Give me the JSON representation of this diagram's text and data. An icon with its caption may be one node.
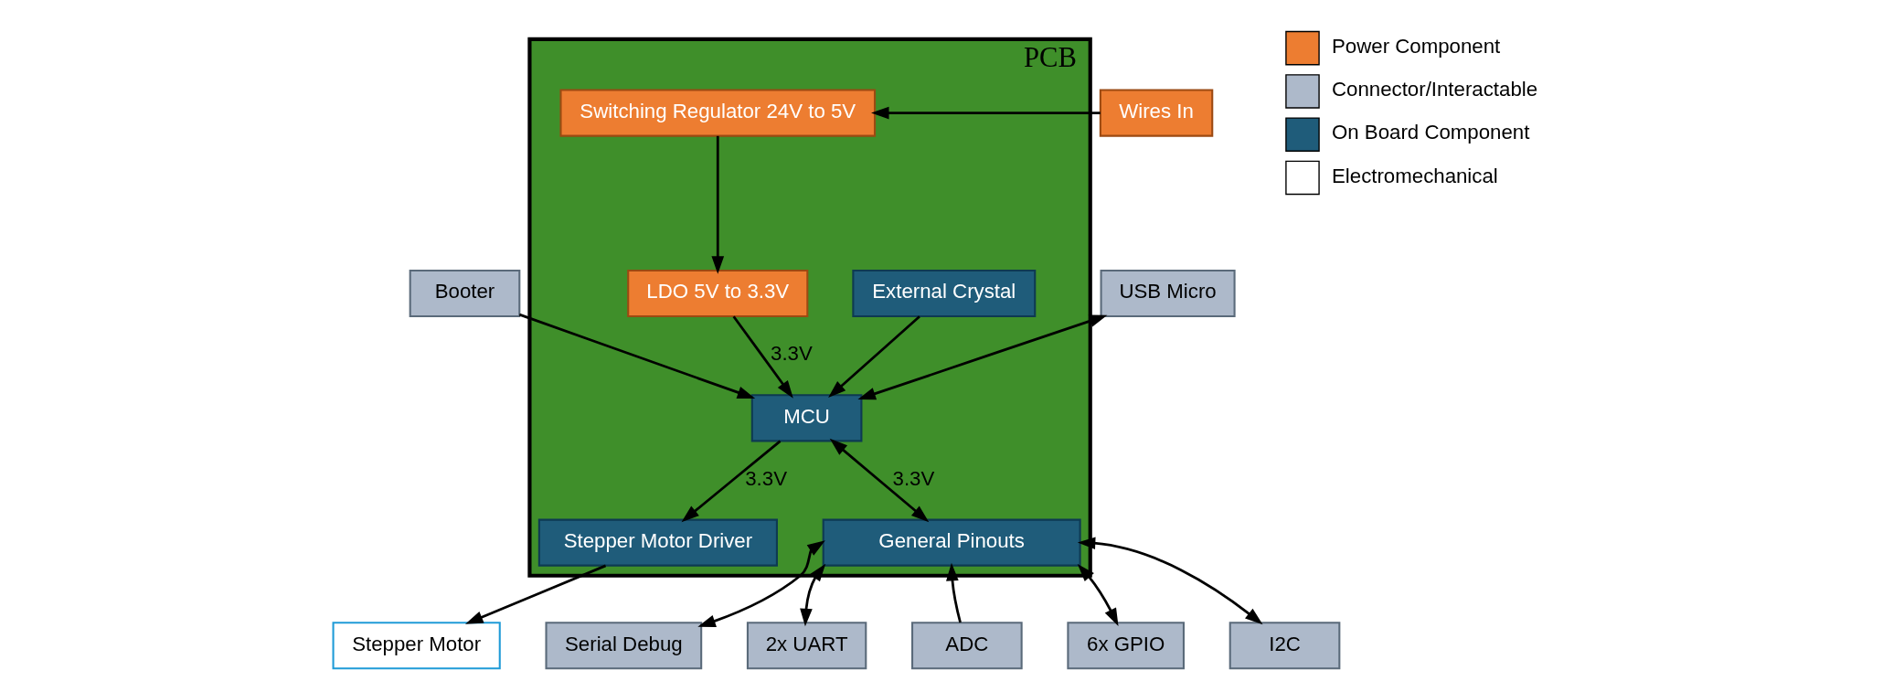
{
  "diagram": {
    "nodes": [
      {
        "text": [
          "PCB"
        ]
      },
      {
        "text": [
          "Booter"
        ]
      },
      {
        "text": [
          "USB Micro"
        ]
      },
      {
        "text": [
          "External Crystal"
        ],
        "in": 0
      },
      {
        "text": [
          "Stepper Motor"
        ]
      },
      {
        "text": [
          "Stepper Motor Driver"
        ],
        "in": 0
      },
      {
        "text": [
          "MCU"
        ],
        "in": 0
      },
      {
        "text": [
          "LDO 5V to 3.3V"
        ],
        "in": 0
      },
      {
        "text": [
          "Serial Debug"
        ]
      },
      {
        "text": [
          "General Pinouts"
        ],
        "in": 0
      },
      {
        "text": [
          "Switching Regulator 24V to 5V"
        ],
        "in": 0
      },
      {
        "text": [
          "Wires In"
        ]
      },
      {
        "text": [
          "2x UART"
        ]
      },
      {
        "text": [
          "ADC"
        ]
      },
      {
        "text": [
          "6x GPIO"
        ]
      },
      {
        "text": [
          "I2C"
        ]
      }
    ],
    "edges": [
      {
        "from": 1,
        "to": 6,
        "arrow": "to"
      },
      {
        "from": 6,
        "to": 2,
        "arrow": "both"
      },
      {
        "from": 3,
        "to": 6,
        "arrow": "to"
      },
      {
        "from": 6,
        "to": 5,
        "arrow": "to",
        "label": "3.3V"
      },
      {
        "from": 5,
        "to": 4,
        "arrow": "to"
      },
      {
        "from": 7,
        "to": 6,
        "arrow": "to",
        "label": "3.3V"
      },
      {
        "from": 6,
        "to": 9,
        "arrow": "both",
        "label": "3.3V"
      },
      {
        "from": 10,
        "to": 7,
        "arrow": "to"
      },
      {
        "from": 11,
        "to": 10,
        "arrow": "to"
      },
      {
        "from": 8,
        "to": 9,
        "arrow": "both"
      },
      {
        "from": 12,
        "to": 9,
        "arrow": "both"
      },
      {
        "from": 13,
        "to": 9,
        "arrow": "to"
      },
      {
        "from": 14,
        "to": 9,
        "arrow": "both"
      },
      {
        "from": 15,
        "to": 9,
        "arrow": "both"
      }
    ],
    "legend": [
      {
        "text": "Power Component",
        "color": "#ed7d31"
      },
      {
        "text": "Connector/Interactable",
        "color": "#adb9ca"
      },
      {
        "text": "On Board Component",
        "color": "#1f5c7a"
      },
      {
        "text": "Electromechanical",
        "color": "#ffffff"
      }
    ]
  }
}
